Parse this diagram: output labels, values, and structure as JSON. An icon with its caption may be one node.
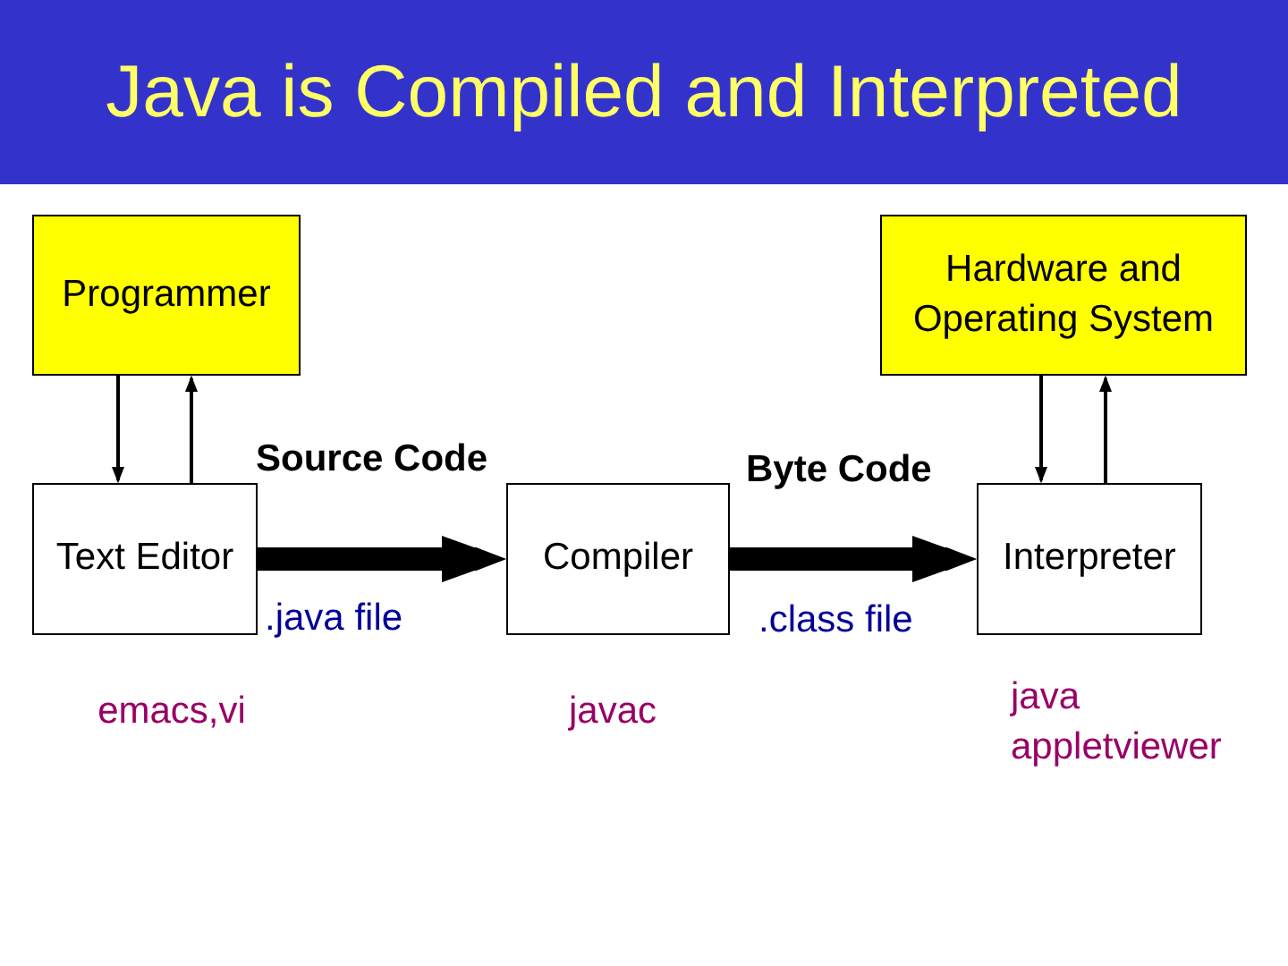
{
  "diagram": {
    "title": "Java is Compiled and Interpreted",
    "nodes": [
      {
        "text": [
          "Programmer"
        ]
      },
      {
        "text": [
          "Hardware and Operating System"
        ]
      },
      {
        "text": [
          "Text Editor"
        ],
        "beside": [
          "emacs,vi"
        ]
      },
      {
        "text": [
          "Compiler"
        ],
        "beside": [
          "javac"
        ]
      },
      {
        "text": [
          "Interpreter"
        ],
        "beside": [
          "java",
          "appletviewer"
        ]
      }
    ],
    "edges": [
      {
        "from": 0,
        "to": 2,
        "arrow": "to"
      },
      {
        "from": 2,
        "to": 0,
        "arrow": "to"
      },
      {
        "from": 1,
        "to": 4,
        "arrow": "to"
      },
      {
        "from": 4,
        "to": 1,
        "arrow": "to"
      },
      {
        "from": 2,
        "to": 3,
        "arrow": "to",
        "label": "Source Code",
        "style": "thick"
      },
      {
        "from": 3,
        "to": 4,
        "arrow": "to",
        "label": "Byte Code",
        "style": "thick"
      }
    ],
    "labels": [
      ".java file",
      ".class file"
    ]
  }
}
